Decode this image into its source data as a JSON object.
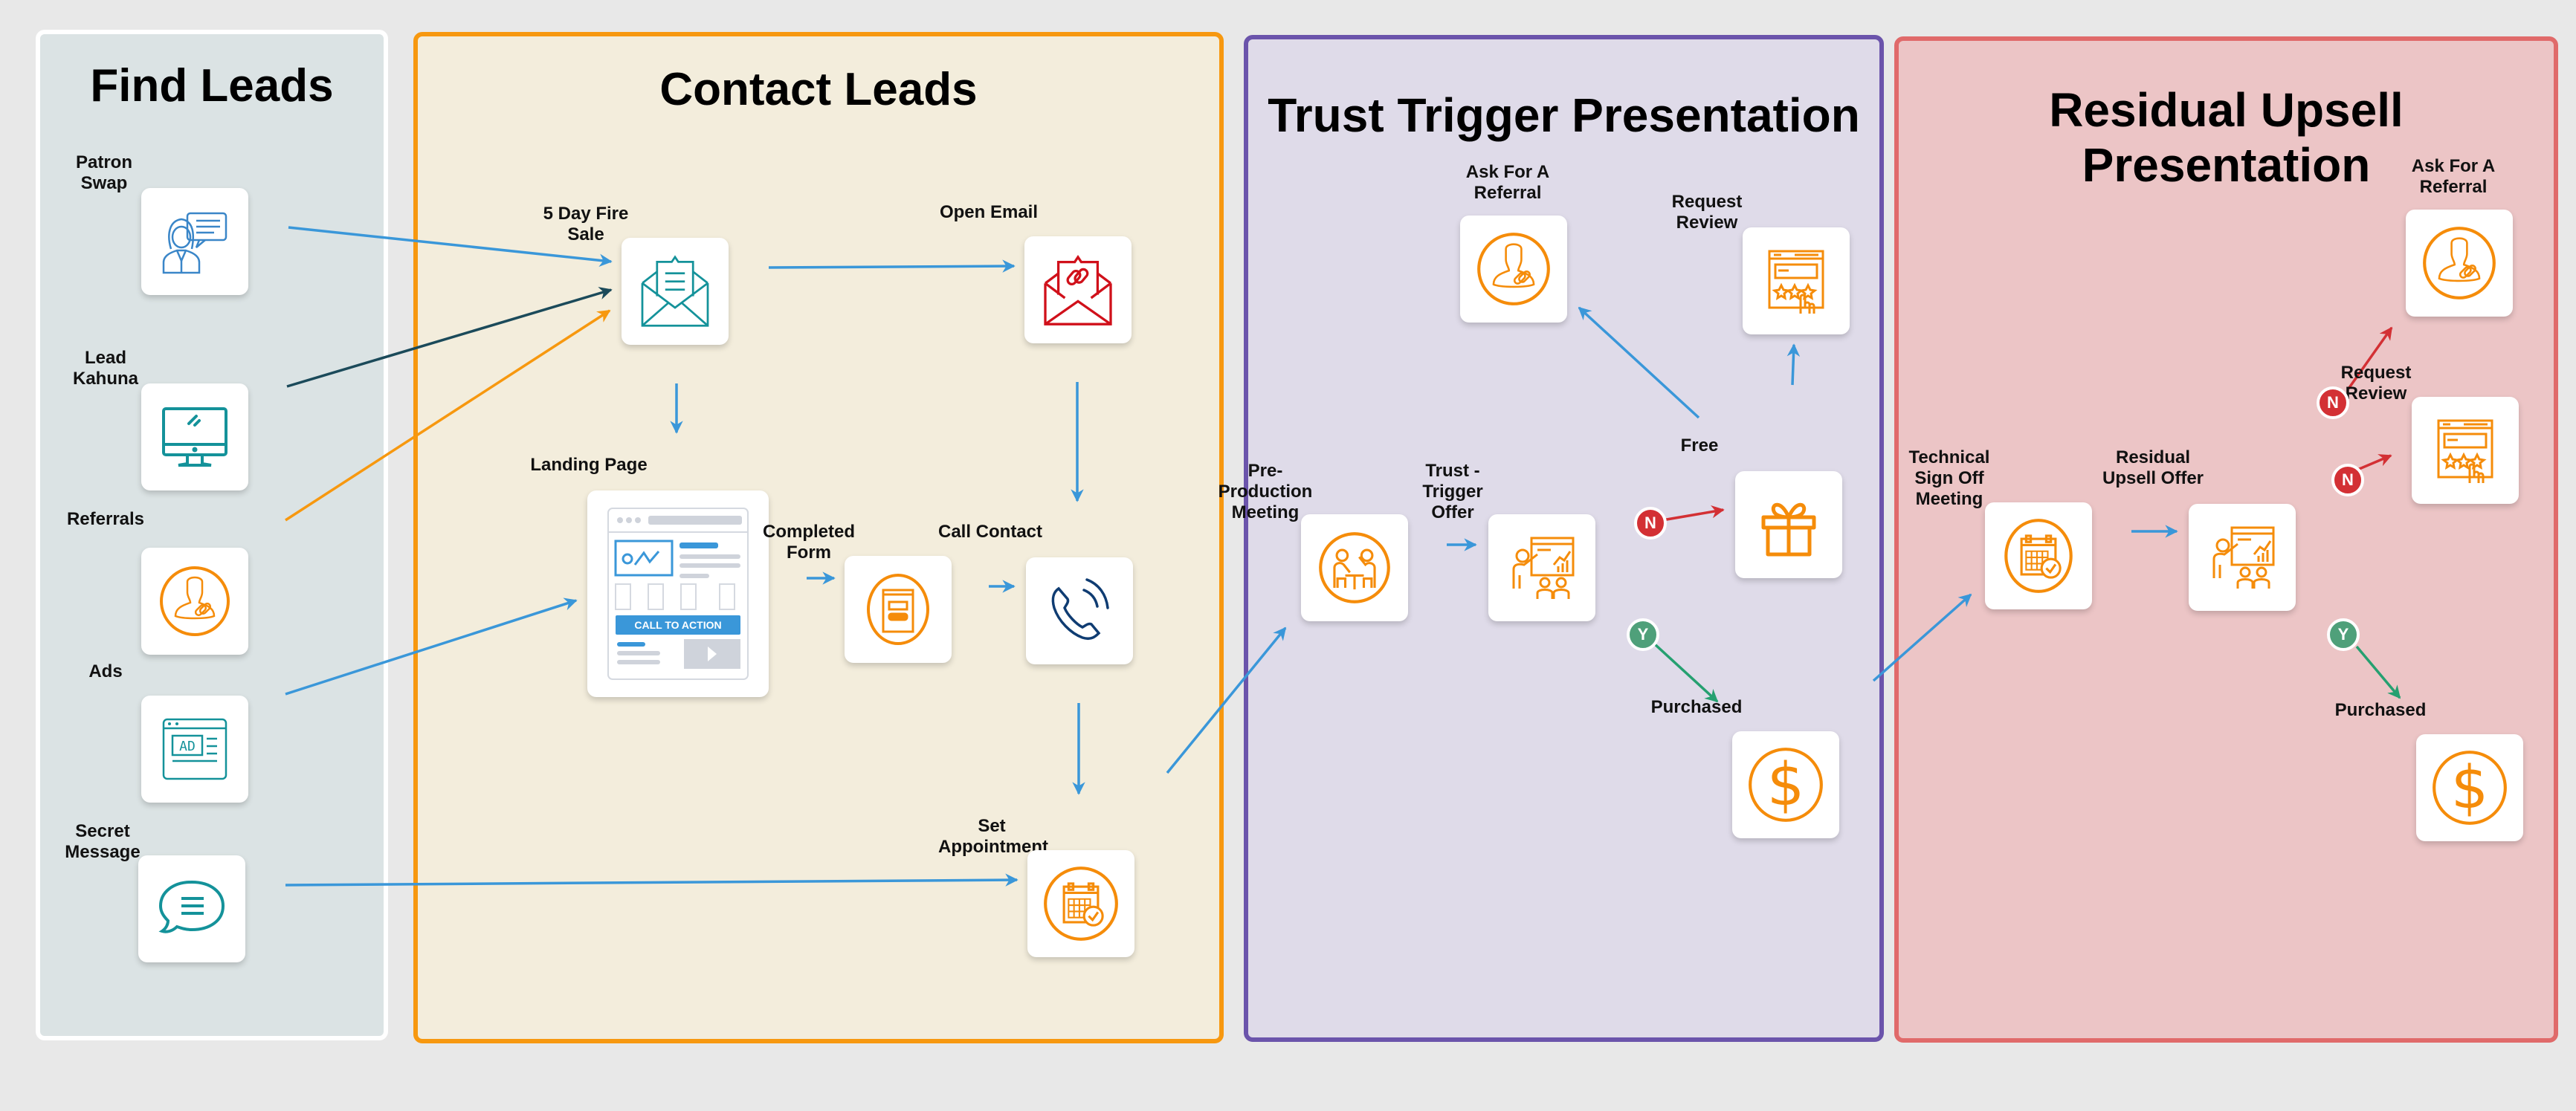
{
  "colors": {
    "background": "#e8e8e8",
    "arrow_blue": "#3a97d9",
    "arrow_dark": "#1b4a5a",
    "arrow_orange": "#f7980f",
    "arrow_red": "#d33034",
    "arrow_green": "#25a070",
    "badge_no": "#d33034",
    "badge_yes": "#4fa07a",
    "icon_orange": "#f58c0a",
    "icon_teal": "#14929a",
    "icon_blue": "#3a86c8",
    "icon_red": "#d0101a",
    "icon_navy": "#0f3c72"
  },
  "panels": {
    "find_leads": {
      "title": "Find Leads",
      "fill": "#dbe3e4",
      "border": "#ffffff"
    },
    "contact_leads": {
      "title": "Contact Leads",
      "fill": "#f3eddc",
      "border": "#f7980f"
    },
    "trust_trigger": {
      "title": "Trust Trigger Presentation",
      "fill": "#dfdbe9",
      "border": "#6b54ab"
    },
    "residual_upsell": {
      "title": "Residual Upsell Presentation",
      "fill": "#ecc5c6",
      "border": "#e06a6a"
    }
  },
  "nodes": {
    "patron_swap": {
      "label": "Patron Swap",
      "icon": "woman-speech-bubble-icon"
    },
    "lead_kahuna": {
      "label": "Lead Kahuna",
      "icon": "monitor-icon"
    },
    "referrals": {
      "label": "Referrals",
      "icon": "person-link-icon"
    },
    "ads": {
      "label": "Ads",
      "icon": "ad-browser-icon",
      "icon_text": "AD"
    },
    "secret_message": {
      "label": "Secret Message",
      "icon": "chat-bubble-icon"
    },
    "fire_sale": {
      "label": "5 Day Fire Sale",
      "icon": "envelope-letter-icon"
    },
    "open_email": {
      "label": "Open Email",
      "icon": "envelope-link-icon"
    },
    "landing_page": {
      "label": "Landing Page",
      "icon": "landing-page-icon",
      "cta": "CALL TO ACTION"
    },
    "completed_form": {
      "label": "Completed Form",
      "icon": "form-icon"
    },
    "call_contact": {
      "label": "Call Contact",
      "icon": "phone-icon"
    },
    "set_appointment": {
      "label": "Set Appointment",
      "icon": "calendar-check-icon"
    },
    "pre_production": {
      "label": "Pre-Production Meeting",
      "icon": "meeting-icon"
    },
    "trust_offer": {
      "label": "Trust - Trigger Offer",
      "icon": "presentation-icon"
    },
    "tt_referral": {
      "label": "Ask For A Referral",
      "icon": "person-link-icon"
    },
    "tt_review": {
      "label": "Request Review",
      "icon": "review-stars-icon"
    },
    "tt_free": {
      "label": "Free",
      "icon": "gift-icon"
    },
    "tt_purchased": {
      "label": "Purchased",
      "icon": "dollar-icon"
    },
    "tech_signoff": {
      "label": "Technical Sign Off Meeting",
      "icon": "calendar-check-icon"
    },
    "upsell_offer": {
      "label": "Residual Upsell Offer",
      "icon": "presentation-icon"
    },
    "ru_referral": {
      "label": "Ask For A Referral",
      "icon": "person-link-icon"
    },
    "ru_review": {
      "label": "Request Review",
      "icon": "review-stars-icon"
    },
    "ru_purchased": {
      "label": "Purchased",
      "icon": "dollar-icon"
    }
  },
  "badges": {
    "no": "N",
    "yes": "Y"
  }
}
